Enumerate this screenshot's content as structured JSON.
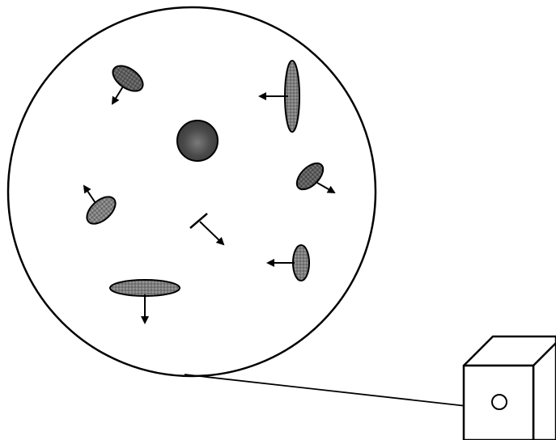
{
  "diagram": {
    "description_text": "",
    "colors": {
      "stroke": "#000000",
      "background": "#ffffff",
      "fill_dark": "#4a4a4a",
      "fill_mid": "#5d5d5d",
      "fill_light": "#8c8c8c"
    },
    "elements": [
      "large-circle-boundary",
      "particles-with-direction-arrows",
      "camera-cube",
      "connection-line"
    ]
  }
}
